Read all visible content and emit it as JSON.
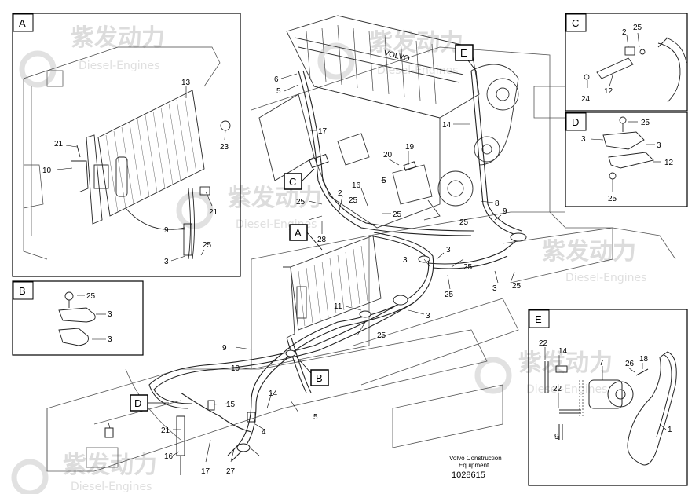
{
  "watermark": {
    "cn": "紫发动力",
    "en": "Diesel-Engines"
  },
  "footer": {
    "line1": "Volvo Construction",
    "line2": "Equipment",
    "code": "1028615"
  },
  "engine_brand": "VOLVO",
  "panels": {
    "A": {
      "letter": "A",
      "labels": [
        "13",
        "21",
        "10",
        "23",
        "21",
        "9",
        "25",
        "3"
      ]
    },
    "B": {
      "letter": "B",
      "labels": [
        "25",
        "3",
        "3"
      ]
    },
    "C": {
      "letter": "C",
      "labels": [
        "2",
        "25",
        "24",
        "12"
      ]
    },
    "D": {
      "letter": "D",
      "labels": [
        "25",
        "3",
        "3",
        "12",
        "25"
      ]
    },
    "E": {
      "letter": "E",
      "labels": [
        "22",
        "14",
        "7",
        "26",
        "18",
        "22",
        "9",
        "1"
      ]
    }
  },
  "callouts": {
    "C": "C",
    "A": "A",
    "B": "B",
    "D": "D",
    "E": "E"
  },
  "main_labels": [
    "6",
    "5",
    "17",
    "19",
    "20",
    "5",
    "14",
    "8",
    "16",
    "2",
    "25",
    "25",
    "25",
    "28",
    "25",
    "9",
    "3",
    "3",
    "25",
    "3",
    "25",
    "25",
    "11",
    "3",
    "25",
    "9",
    "10",
    "14",
    "5",
    "15",
    "4",
    "21",
    "16",
    "17",
    "27"
  ]
}
